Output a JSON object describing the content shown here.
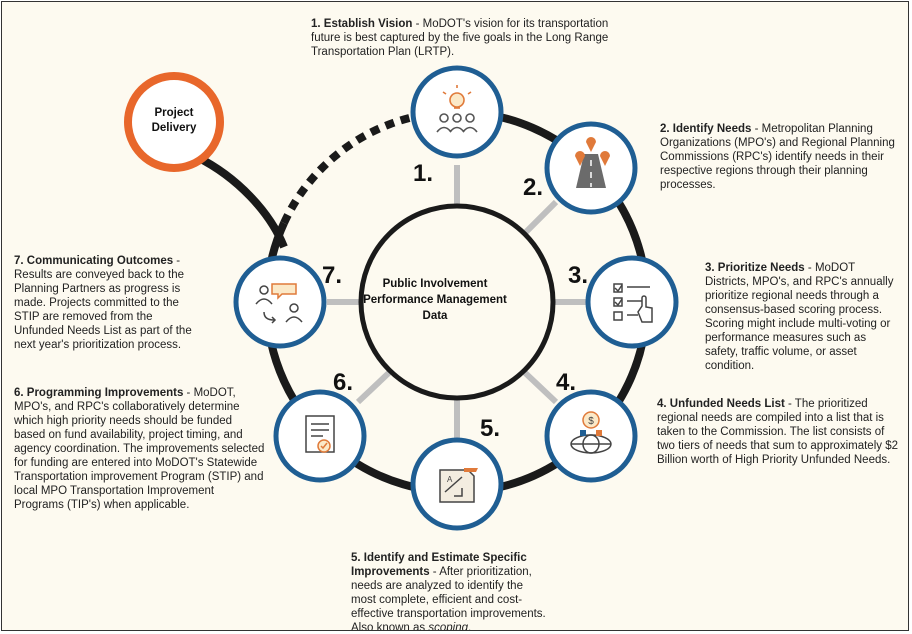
{
  "center": {
    "line1": "Public Involvement",
    "line2": "Performance Management",
    "line3": "Data"
  },
  "delivery": {
    "line1": "Project",
    "line2": "Delivery"
  },
  "steps": [
    {
      "number": "1.",
      "title": "1. Establish Vision",
      "desc": " - MoDOT's vision for its transportation future is best captured by the five goals in the Long Range Transportation Plan (LRTP).",
      "icon": "idea-people-icon"
    },
    {
      "number": "2.",
      "title": "2. Identify Needs",
      "desc": " - Metropolitan Planning Organizations (MPO's) and Regional Planning Commissions (RPC's) identify needs in their respective regions through their planning processes.",
      "icon": "road-map-pins-icon"
    },
    {
      "number": "3.",
      "title": "3. Prioritize Needs",
      "desc": " - MoDOT Districts, MPO's, and RPC's annually prioritize regional needs through a consensus-based scoring process. Scoring might include multi-voting or performance measures such as safety, traffic volume, or asset condition.",
      "icon": "checklist-pointer-icon"
    },
    {
      "number": "4.",
      "title": "4. Unfunded Needs List",
      "desc": " - The prioritized regional needs are compiled into a list that is taken to the Commission. The list consists of two tiers of needs that sum to approximately $2 Billion worth of High Priority Unfunded Needs.",
      "icon": "money-globe-icon"
    },
    {
      "number": "5.",
      "title": "5. Identify and Estimate Specific Improvements",
      "desc": " - After prioritization, needs are analyzed to identify the most complete, efficient and cost-effective transportation improvements. Also known as ",
      "desc_em": "scoping",
      "desc_end": ".",
      "icon": "blueprint-icon"
    },
    {
      "number": "6.",
      "title": "6. Programming Improvements",
      "desc": " - MoDOT, MPO's, and RPC's collaboratively determine which high priority needs should be funded based on fund availability, project timing, and agency coordination. The improvements selected for funding are entered into MoDOT's Statewide Transportation improvement Program (STIP) and local MPO Transportation Improvement Programs (TIP's) when applicable.",
      "icon": "certificate-icon"
    },
    {
      "number": "7.",
      "title": "7. Communicating Outcomes",
      "desc": " - Results are conveyed back to the Planning Partners as progress is made. Projects committed to the STIP are removed from the Unfunded Needs List as part of the next year's prioritization process.",
      "icon": "people-exchange-icon"
    }
  ],
  "colors": {
    "node_border": "#1f5e93",
    "delivery_border": "#e8672b",
    "ring": "#1a1a1a",
    "spoke": "#bfbfbf",
    "background": "#fdfaf0",
    "icon_orange": "#e07a3a"
  }
}
